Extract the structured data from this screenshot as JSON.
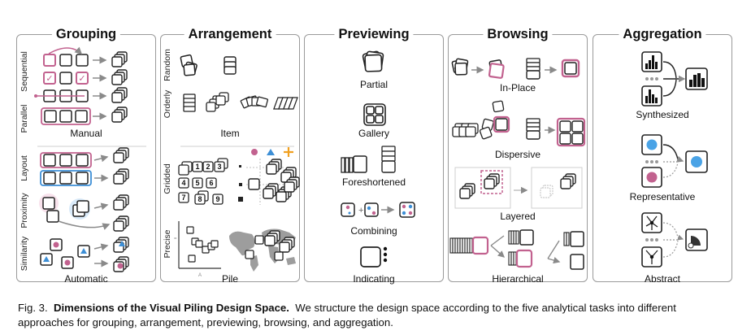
{
  "panels": {
    "grouping": {
      "title": "Grouping",
      "row_labels": [
        "Sequential",
        "Parallel",
        "Layout",
        "Proximity",
        "Similarity"
      ],
      "labels": [
        "Manual",
        "Automatic"
      ]
    },
    "arrangement": {
      "title": "Arrangement",
      "row_labels": [
        "Random",
        "Orderly",
        "Gridded",
        "Precise"
      ],
      "labels": [
        "Item",
        "Pile"
      ]
    },
    "previewing": {
      "title": "Previewing",
      "labels": [
        "Partial",
        "Gallery",
        "Foreshortened",
        "Combining",
        "Indicating"
      ]
    },
    "browsing": {
      "title": "Browsing",
      "labels": [
        "In-Place",
        "Dispersive",
        "Layered",
        "Hierarchical"
      ]
    },
    "aggregation": {
      "title": "Aggregation",
      "labels": [
        "Synthesized",
        "Representative",
        "Abstract"
      ]
    }
  },
  "colors": {
    "accent_pink": "#c2628f",
    "accent_blue": "#3d8fd6",
    "accent_orange": "#f0a020",
    "border": "#9a9a9a"
  },
  "caption": {
    "prefix": "Fig. 3.",
    "bold": "Dimensions of the Visual Piling Design Space.",
    "text": "We structure the design space according to the five analytical tasks into different approaches for grouping, arrangement, previewing, browsing, and aggregation."
  }
}
